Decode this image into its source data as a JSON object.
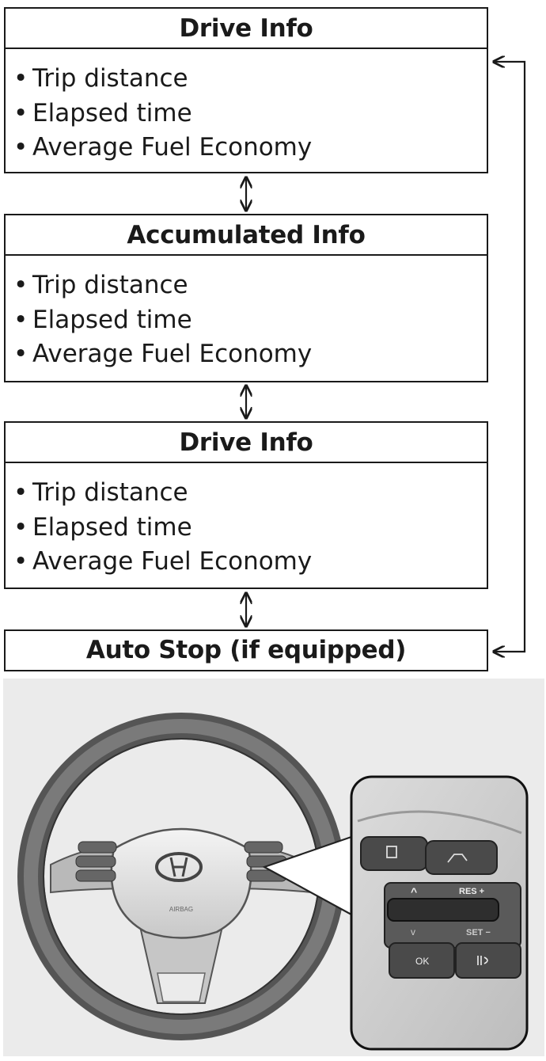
{
  "boxes": [
    {
      "title": "Drive Info",
      "items": [
        "Trip distance",
        "Elapsed time",
        "Average Fuel Economy"
      ]
    },
    {
      "title": "Accumulated Info",
      "items": [
        "Trip distance",
        "Elapsed time",
        "Average Fuel Economy"
      ]
    },
    {
      "title": "Drive Info",
      "items": [
        "Trip distance",
        "Elapsed time",
        "Average Fuel Economy"
      ]
    },
    {
      "title": "Auto Stop (if equipped)"
    }
  ],
  "bullet": "•",
  "steering": {
    "airbag_label": "AIRBAG",
    "buttons": {
      "res": "RES +",
      "set": "SET −",
      "ok": "OK",
      "up": "^",
      "down": "v"
    }
  }
}
